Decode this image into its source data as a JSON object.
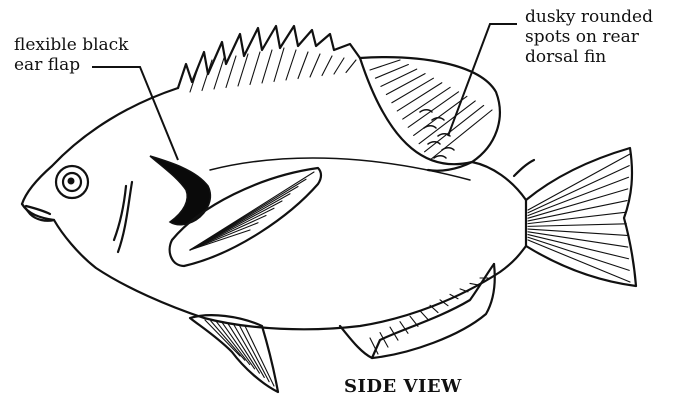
{
  "labels": {
    "ear_flap": "flexible black\near flap",
    "dorsal_spots": "dusky rounded\nspots on rear\ndorsal fin"
  },
  "caption": "SIDE VIEW",
  "colors": {
    "ink": "#111111",
    "background": "#ffffff",
    "ear_flap_fill": "#0a0a0a"
  }
}
